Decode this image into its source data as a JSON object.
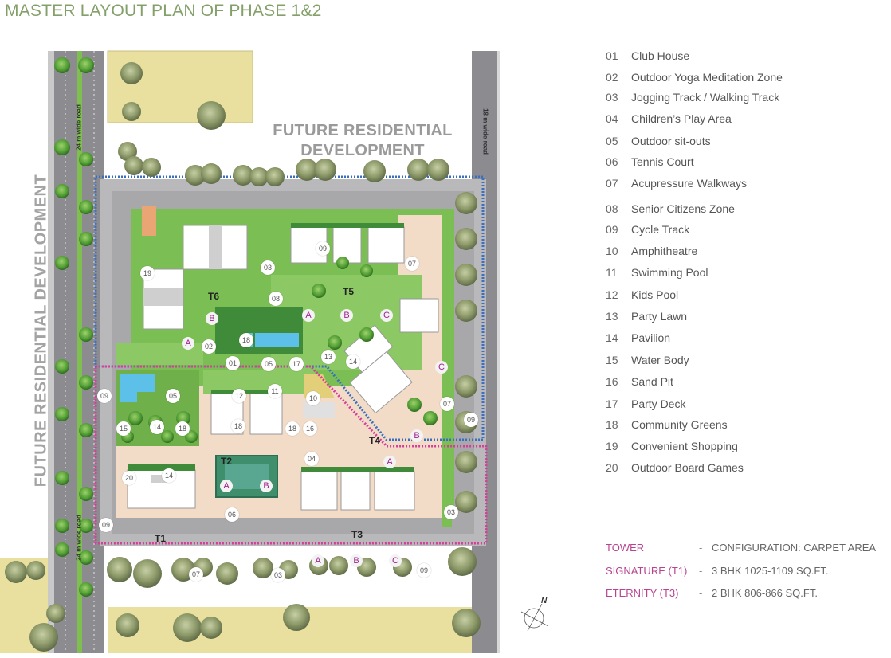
{
  "title": "MASTER LAYOUT PLAN OF PHASE 1&2",
  "map": {
    "future_top": [
      "FUTURE RESIDENTIAL",
      "DEVELOPMENT"
    ],
    "future_left": "FUTURE RESIDENTIAL DEVELOPMENT",
    "roads": {
      "left_top": "24 m wide road",
      "left_bottom": "24 m wide road",
      "right": "18 m wide road"
    },
    "towers": [
      "T1",
      "T2",
      "T3",
      "T4",
      "T5",
      "T6"
    ],
    "compass_label": "N",
    "colors": {
      "phase1_boundary": "#3a6fc0",
      "phase2_boundary": "#d63c9a",
      "lawn": "#6fb04a",
      "road": "#8c8c90",
      "plaza": "#f2dcc8",
      "sand_plot": "#e8dc9a",
      "pool": "#5cc0e8",
      "building": "#ffffff",
      "wing_label": "#a0238e"
    }
  },
  "legend": {
    "items": [
      {
        "num": "01",
        "label": "Club House"
      },
      {
        "num": "02",
        "label": "Outdoor Yoga Meditation Zone"
      },
      {
        "num": "03",
        "label": "Jogging Track / Walking Track"
      },
      {
        "num": "04",
        "label": "Children’s Play Area"
      },
      {
        "num": "05",
        "label": "Outdoor sit-outs"
      },
      {
        "num": "06",
        "label": "Tennis Court"
      },
      {
        "num": "07",
        "label": "Acupressure Walkways"
      },
      {
        "num": "08",
        "label": "Senior Citizens Zone"
      },
      {
        "num": "09",
        "label": "Cycle Track"
      },
      {
        "num": "10",
        "label": "Amphitheatre"
      },
      {
        "num": "11",
        "label": "Swimming Pool"
      },
      {
        "num": "12",
        "label": "Kids Pool"
      },
      {
        "num": "13",
        "label": "Party Lawn"
      },
      {
        "num": "14",
        "label": "Pavilion"
      },
      {
        "num": "15",
        "label": "Water Body"
      },
      {
        "num": "16",
        "label": "Sand Pit"
      },
      {
        "num": "17",
        "label": "Party Deck"
      },
      {
        "num": "18",
        "label": "Community Greens"
      },
      {
        "num": "19",
        "label": "Convenient Shopping"
      },
      {
        "num": "20",
        "label": "Outdoor Board Games"
      }
    ]
  },
  "configuration": {
    "rows": [
      {
        "name": "TOWER",
        "dash": "-",
        "value": "CONFIGURATION: CARPET AREA"
      },
      {
        "name": "SIGNATURE (T1)",
        "dash": "-",
        "value": "3 BHK 1025-1109 SQ.FT."
      },
      {
        "name": "ETERNITY (T3)",
        "dash": "-",
        "value": "2 BHK 806-866 SQ.FT."
      }
    ]
  }
}
